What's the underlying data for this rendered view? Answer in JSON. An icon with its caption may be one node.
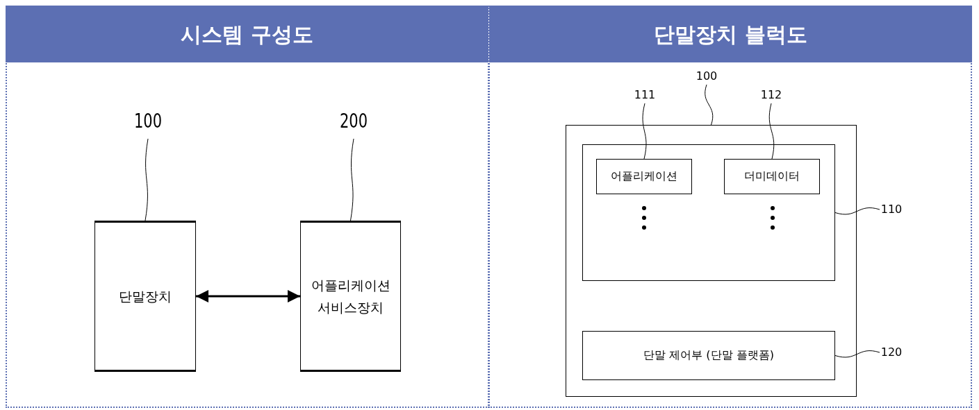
{
  "diagram": {
    "nodes": [
      {
        "text": [
          "시스템 구성도"
        ]
      },
      {
        "text": [
          "단말장치 블럭도"
        ]
      },
      {
        "text": [
          "100"
        ]
      },
      {
        "text": [
          "200"
        ]
      },
      {
        "text": [
          "단말장치"
        ]
      },
      {
        "text": [
          "어플리케이션 서비스장치"
        ]
      },
      {
        "text": [
          "100"
        ]
      },
      {
        "text": [
          "111"
        ]
      },
      {
        "text": [
          "112"
        ]
      },
      {
        "text": [],
        "shape": "box"
      },
      {
        "text": [],
        "shape": "box",
        "in": 9
      },
      {
        "text": [
          "어플리케이션"
        ],
        "in": 10
      },
      {
        "text": [
          "더미데이터"
        ],
        "in": 10
      },
      {
        "text": [
          "단말 제어부 (단말 플랫폼)"
        ],
        "in": 9
      },
      {
        "text": [
          "110"
        ]
      },
      {
        "text": [
          "120"
        ]
      }
    ],
    "edges": [
      {
        "from": 2,
        "to": 4,
        "arrow": "none"
      },
      {
        "from": 3,
        "to": 5,
        "arrow": "none"
      },
      {
        "from": 4,
        "to": 5,
        "arrow": "both"
      },
      {
        "from": 6,
        "to": 9,
        "arrow": "none"
      },
      {
        "from": 7,
        "to": 11,
        "arrow": "none"
      },
      {
        "from": 8,
        "to": 12,
        "arrow": "none"
      },
      {
        "from": 14,
        "to": 10,
        "arrow": "none"
      },
      {
        "from": 15,
        "to": 13,
        "arrow": "none"
      }
    ]
  }
}
